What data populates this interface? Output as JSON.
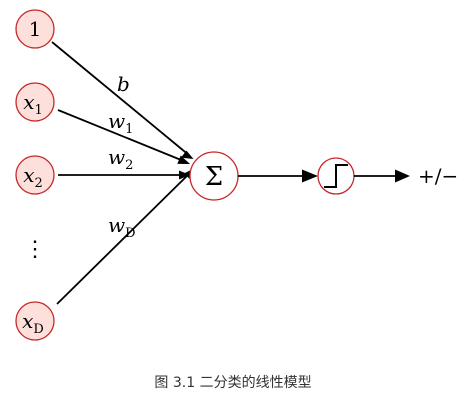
{
  "inputs": {
    "bias": "1",
    "x1": {
      "base": "x",
      "sub": "1"
    },
    "x2": {
      "base": "x",
      "sub": "2"
    },
    "xD": {
      "base": "x",
      "sub": "D"
    },
    "ellipsis": "⋮"
  },
  "weights": {
    "b": "b",
    "w1": {
      "base": "w",
      "sub": "1"
    },
    "w2": {
      "base": "w",
      "sub": "2"
    },
    "wD": {
      "base": "w",
      "sub": "D"
    }
  },
  "sum_symbol": "Σ",
  "activation_icon": "step-function-icon",
  "output": "+/−",
  "caption": "图 3.1 二分类的线性模型",
  "colors": {
    "node_fill": "#fde0dc",
    "node_stroke": "#c62828"
  }
}
